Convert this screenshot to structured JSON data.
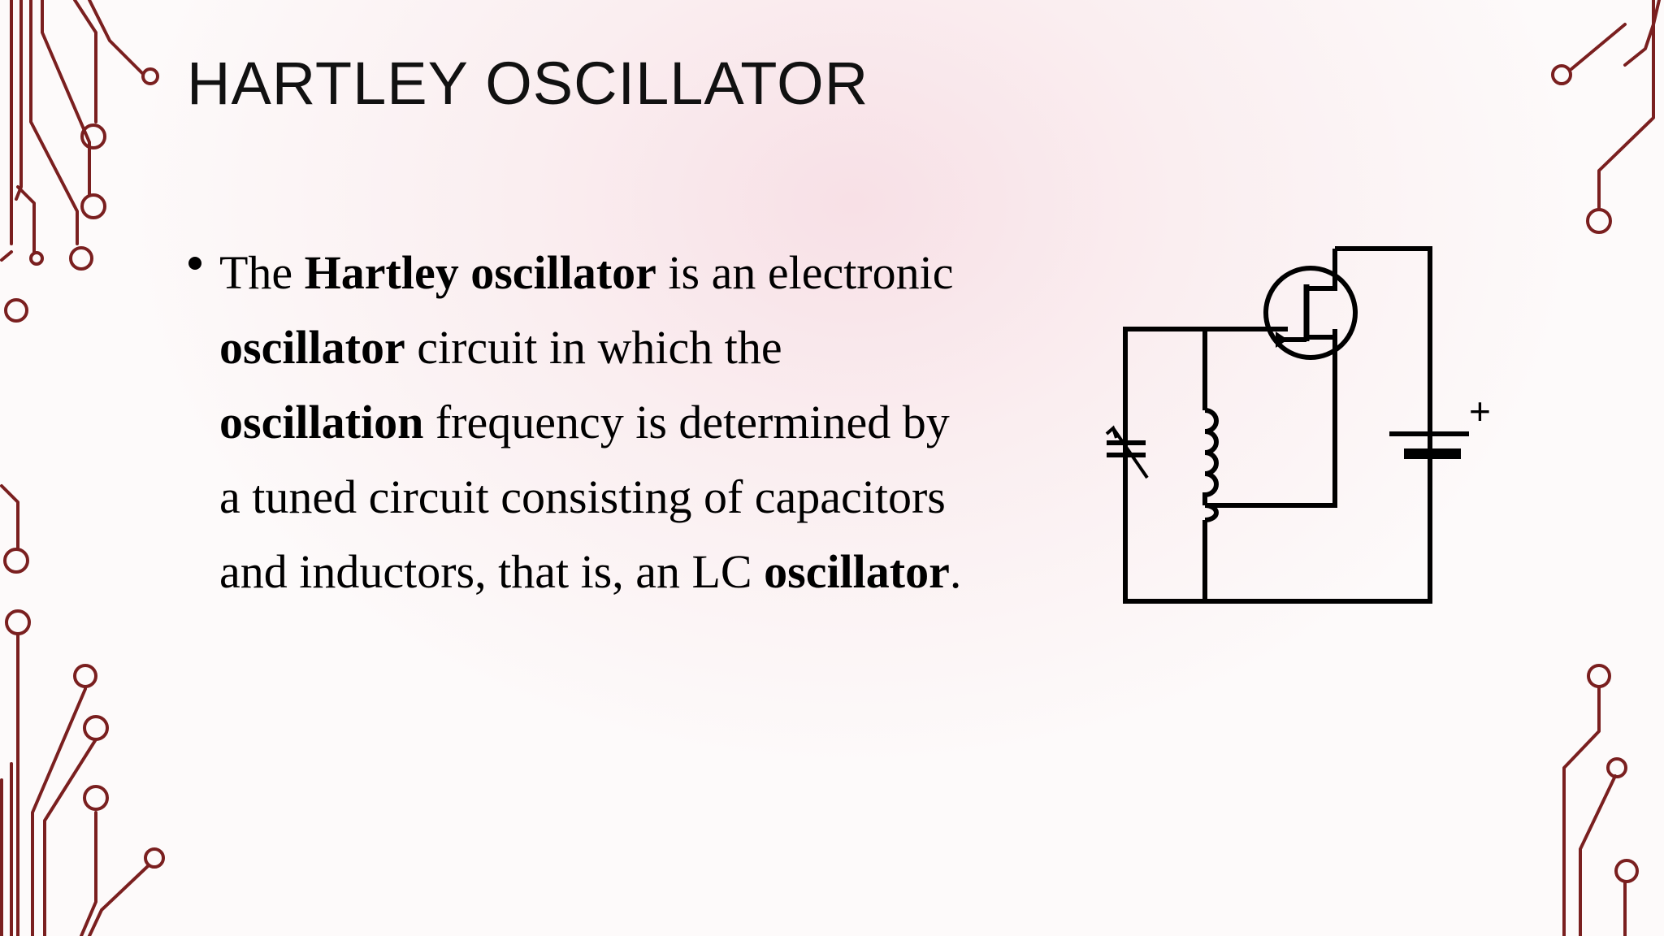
{
  "slide": {
    "title": "HARTLEY OSCILLATOR",
    "bullet": [
      {
        "text": "The ",
        "bold": false
      },
      {
        "text": "Hartley oscillator",
        "bold": true
      },
      {
        "text": " is an electronic ",
        "bold": false
      },
      {
        "text": "oscillator",
        "bold": true
      },
      {
        "text": " circuit in which the ",
        "bold": false
      },
      {
        "text": "oscillation",
        "bold": true
      },
      {
        "text": " frequency is determined by a tuned circuit consisting of capacitors and inductors, that is, an LC ",
        "bold": false
      },
      {
        "text": "oscillator",
        "bold": true
      },
      {
        "text": ".",
        "bold": false
      }
    ]
  },
  "circuit": {
    "plus_sign": "+"
  },
  "colors": {
    "trace": "#7a1f1f",
    "text": "#000000"
  }
}
